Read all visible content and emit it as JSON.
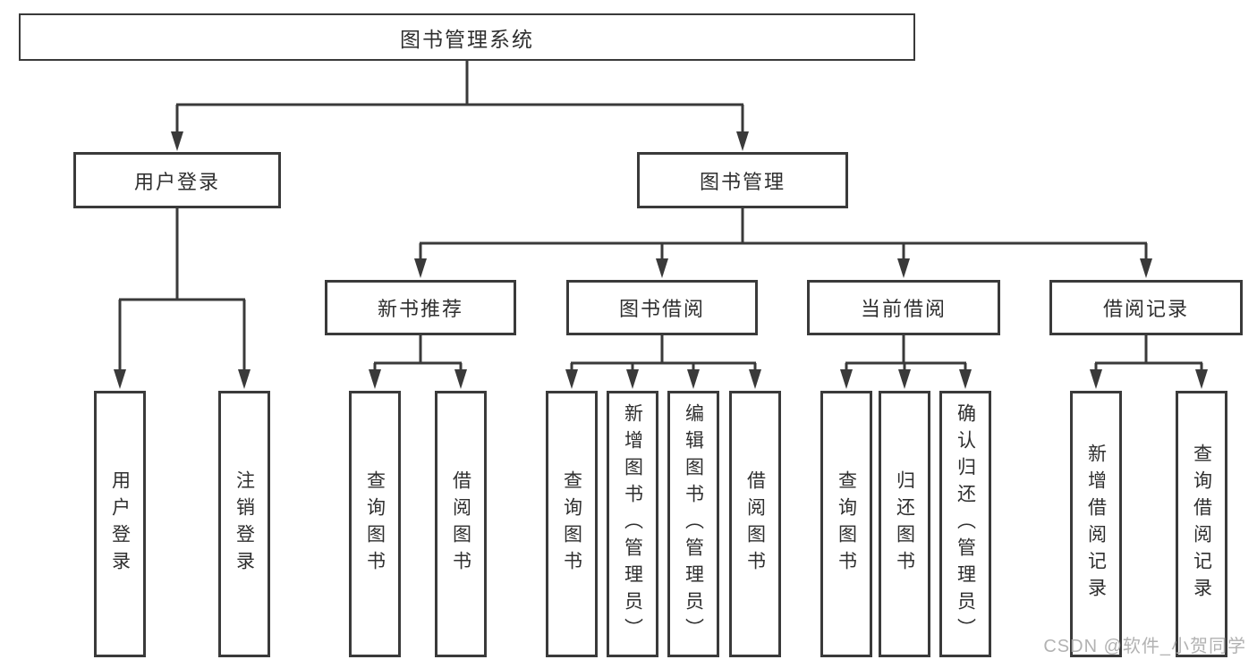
{
  "tree": {
    "root": {
      "label": "图书管理系统"
    },
    "user_login": {
      "label": "用户登录",
      "children": [
        {
          "label": "用户登录"
        },
        {
          "label": "注销登录"
        }
      ]
    },
    "book_management": {
      "label": "图书管理",
      "groups": [
        {
          "label": "新书推荐",
          "children": [
            {
              "label": "查询图书"
            },
            {
              "label": "借阅图书"
            }
          ]
        },
        {
          "label": "图书借阅",
          "children": [
            {
              "label": "查询图书"
            },
            {
              "label": "新增图书（管理员）"
            },
            {
              "label": "编辑图书（管理员）"
            },
            {
              "label": "借阅图书"
            }
          ]
        },
        {
          "label": "当前借阅",
          "children": [
            {
              "label": "查询图书"
            },
            {
              "label": "归还图书"
            },
            {
              "label": "确认归还（管理员）"
            }
          ]
        },
        {
          "label": "借阅记录",
          "children": [
            {
              "label": "新增借阅记录"
            },
            {
              "label": "查询借阅记录"
            }
          ]
        }
      ]
    }
  },
  "watermark": {
    "text": "CSDN @软件_小贺同学"
  },
  "colors": {
    "line": "#3a3a3a",
    "text": "#2f2f2f",
    "background": "#ffffff",
    "watermark": "#ababab"
  }
}
